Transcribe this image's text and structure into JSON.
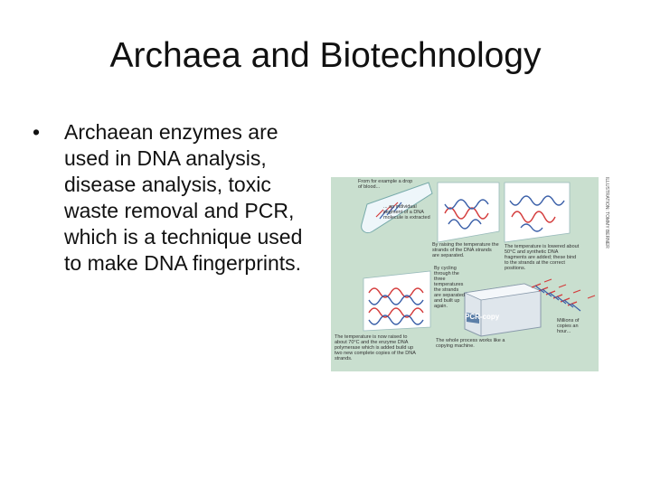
{
  "slide": {
    "title": "Archaea and Biotechnology",
    "bullets": [
      {
        "marker": "•",
        "text": "Archaean enzymes are used in DNA analysis, disease analysis, toxic waste removal and PCR, which is a technique used to make DNA fingerprints."
      }
    ]
  },
  "figure": {
    "captions": {
      "blood": "From for example a drop of blood...",
      "segment": "... an individual segment of a DNA molecule is extracted",
      "raise_temp": "By raising the temperature the strands of the DNA strands are separated.",
      "lower_temp": "The temperature is lowered about 50°C and synthetic DNA fragments are added; these bind to the strands at the correct positions.",
      "cycling": "By cycling through the three temperatures the strands are separated and built up again.",
      "machine_label": "PCR-copy",
      "copies": "Millions of copies an hour...",
      "raised_again": "The temperature is now raised to about 70°C and the enzyme DNA polymerase which is added build up two new complete copies of the DNA strands.",
      "copying_machine": "The whole process works like a copying machine."
    },
    "side_credit": "ILLUSTRATION: TOMMY BERNER",
    "colors": {
      "background": "#c9dfcf",
      "blood": "#c8121c",
      "strand_red": "#d43b3b",
      "strand_blue": "#3a5fa8",
      "panel": "#ffffff"
    },
    "icons": [
      "blood-drop-icon",
      "test-tube-icon",
      "pcr-machine-icon"
    ]
  }
}
